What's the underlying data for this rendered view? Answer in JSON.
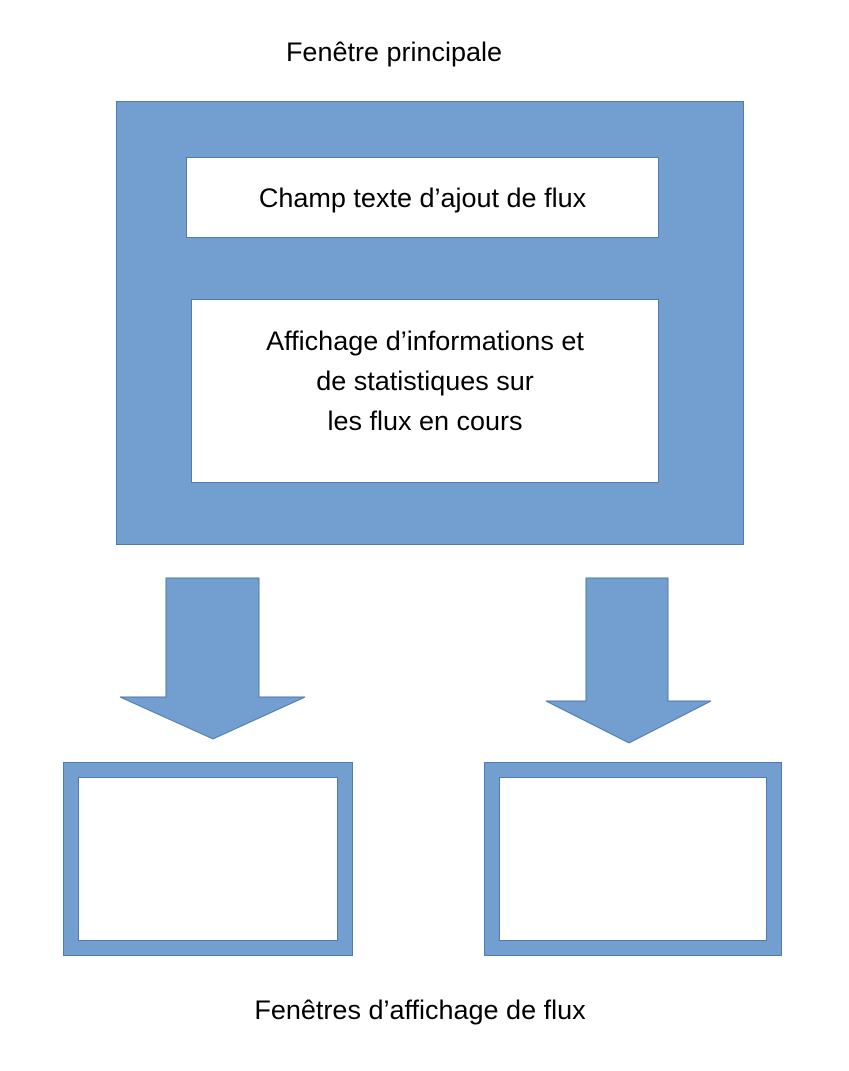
{
  "colors": {
    "box_fill": "#729fcf",
    "box_border": "#4f7ab4",
    "background": "#ffffff"
  },
  "main_window": {
    "label": "Fenêtre principale",
    "text_field_box": "Champ texte d’ajout de flux",
    "info_box": "Affichage d’informations et\nde statistiques sur\n les flux en cours"
  },
  "flow_windows": {
    "label": "Fenêtres d’affichage de flux",
    "count": 2
  }
}
